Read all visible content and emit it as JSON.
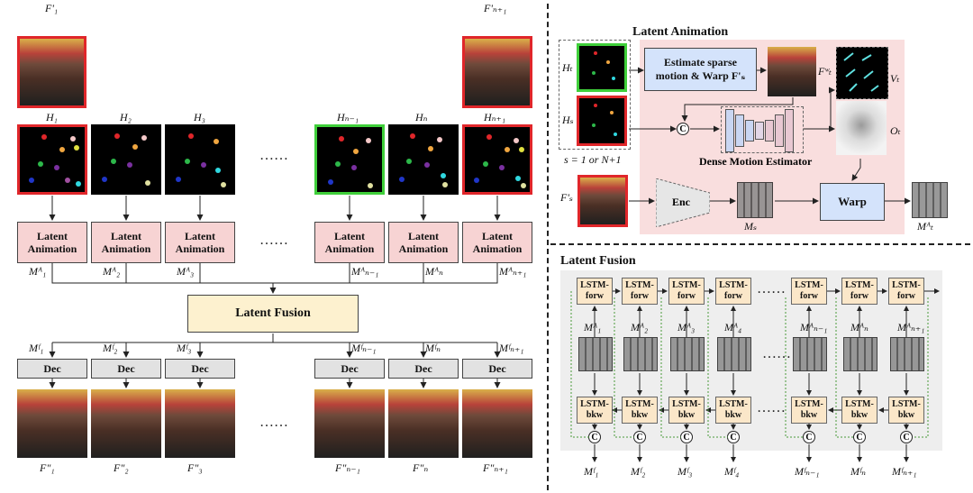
{
  "left": {
    "top_frames": [
      "F'₁",
      "F'ₙ₊₁"
    ],
    "heatmap_labels": [
      "H₁",
      "H₂",
      "H₃",
      "Hₙ₋₁",
      "Hₙ",
      "Hₙ₊₁"
    ],
    "ellipsis": "……",
    "anim_label_line1": "Latent",
    "anim_label_line2": "Animation",
    "ma_labels": [
      "Mᴬ₁",
      "Mᴬ₂",
      "Mᴬ₃",
      "Mᴬₙ₋₁",
      "Mᴬₙ",
      "Mᴬₙ₊₁"
    ],
    "fusion_label": "Latent Fusion",
    "mf_labels": [
      "Mᶠ₁",
      "Mᶠ₂",
      "Mᶠ₃",
      "Mᶠₙ₋₁",
      "Mᶠₙ",
      "Mᶠₙ₊₁"
    ],
    "dec_label": "Dec",
    "out_labels": [
      "F\"₁",
      "F\"₂",
      "F\"₃",
      "F\"ₙ₋₁",
      "F\"ₙ",
      "F\"ₙ₊₁"
    ]
  },
  "latent_animation": {
    "title": "Latent Animation",
    "ht": "Hₜ",
    "hs": "Hₛ",
    "s_note": "s = 1 or N+1",
    "estimate_line1": "Estimate sparse",
    "estimate_line2": "motion & Warp F'ₛ",
    "fwt": "Fʷₜ",
    "vt": "Vₜ",
    "ot": "Oₜ",
    "dense_label": "Dense Motion Estimator",
    "fs": "F'ₛ",
    "enc": "Enc",
    "ms": "Mₛ",
    "warp": "Warp",
    "mat": "Mᴬₜ",
    "c": "C"
  },
  "latent_fusion": {
    "title": "Latent Fusion",
    "forw": "LSTM-forw",
    "bkw": "LSTM-bkw",
    "ellipsis": "……",
    "ma_labels": [
      "Mᴬ₁",
      "Mᴬ₂",
      "Mᴬ₃",
      "Mᴬ₄",
      "Mᴬₙ₋₁",
      "Mᴬₙ",
      "Mᴬₙ₊₁"
    ],
    "mf_labels": [
      "Mᶠ₁",
      "Mᶠ₂",
      "Mᶠ₃",
      "Mᶠ₄",
      "Mᶠₙ₋₁",
      "Mᶠₙ",
      "Mᶠₙ₊₁"
    ],
    "c": "C"
  },
  "colors": {
    "red_border": "#e0262a",
    "green_border": "#3fcf3a",
    "anim_fill": "#f7d3d3",
    "fusion_fill": "#fdf1cf",
    "dec_fill": "#e2e2e2",
    "blue_box": "#d4e3fb",
    "panel_pink": "#f9dede",
    "panel_gray": "#eeeeee"
  }
}
